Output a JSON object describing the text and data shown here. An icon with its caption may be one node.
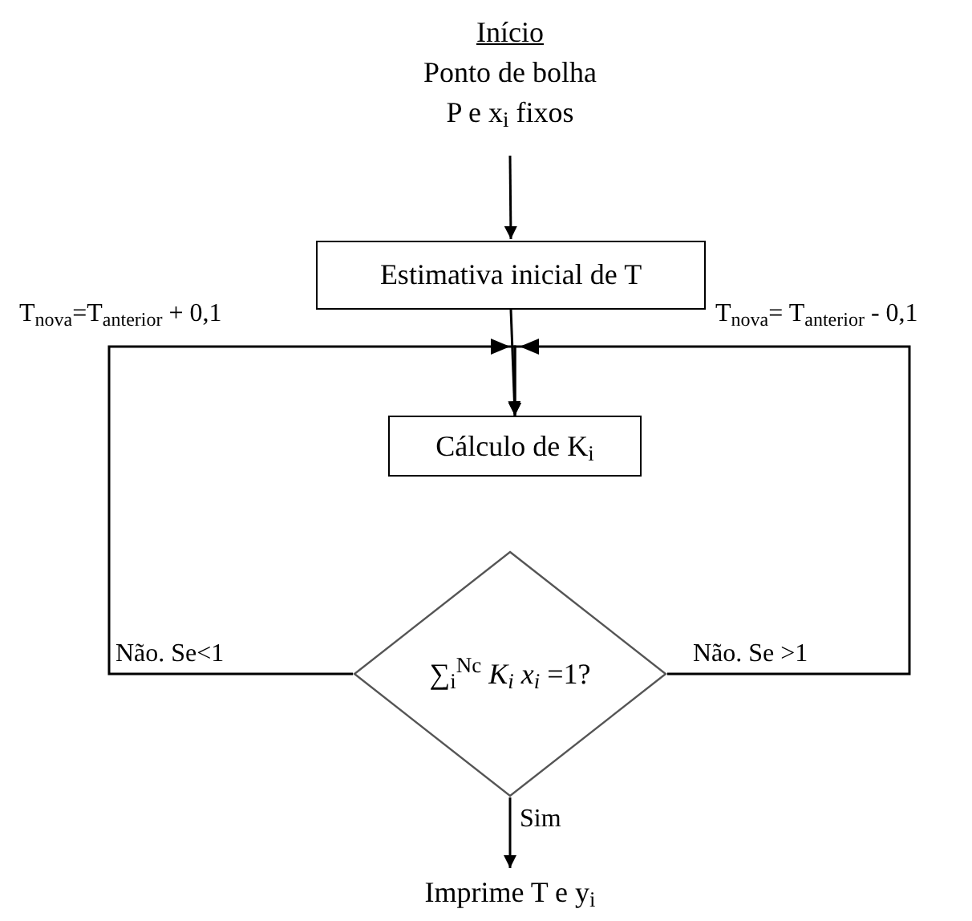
{
  "diagram": {
    "nodes": [
      {
        "text": [
          "Início",
          "Ponto de bolha",
          "P e x$_{i}$ fixos"
        ]
      },
      {
        "text": [
          "Estimativa inicial de T"
        ]
      },
      {
        "text": [
          "Cálculo de K$_{i}$"
        ]
      },
      {
        "text": [
          "∑$_{i}$$^{Nc}$ *K$_{i}$ x$_{i}$* =1?"
        ]
      },
      {
        "text": [
          "Imprime T e y$_{i}$"
        ]
      }
    ],
    "edges": [
      {
        "from": 0,
        "to": 1,
        "arrow": "to"
      },
      {
        "from": 1,
        "to": 2,
        "arrow": "to"
      },
      {
        "from": 3,
        "to": 2,
        "label": "Não. Se<1",
        "arrow": "to"
      },
      {
        "from": 3,
        "to": 2,
        "label": "Não. Se >1",
        "arrow": "to"
      },
      {
        "from": 3,
        "to": 4,
        "label": "Sim",
        "arrow": "to"
      }
    ],
    "labels": [
      "T$_{nova}$=T$_{anterior}$ + 0,1",
      "T$_{nova}$= T$_{anterior}$ - 0,1"
    ]
  }
}
